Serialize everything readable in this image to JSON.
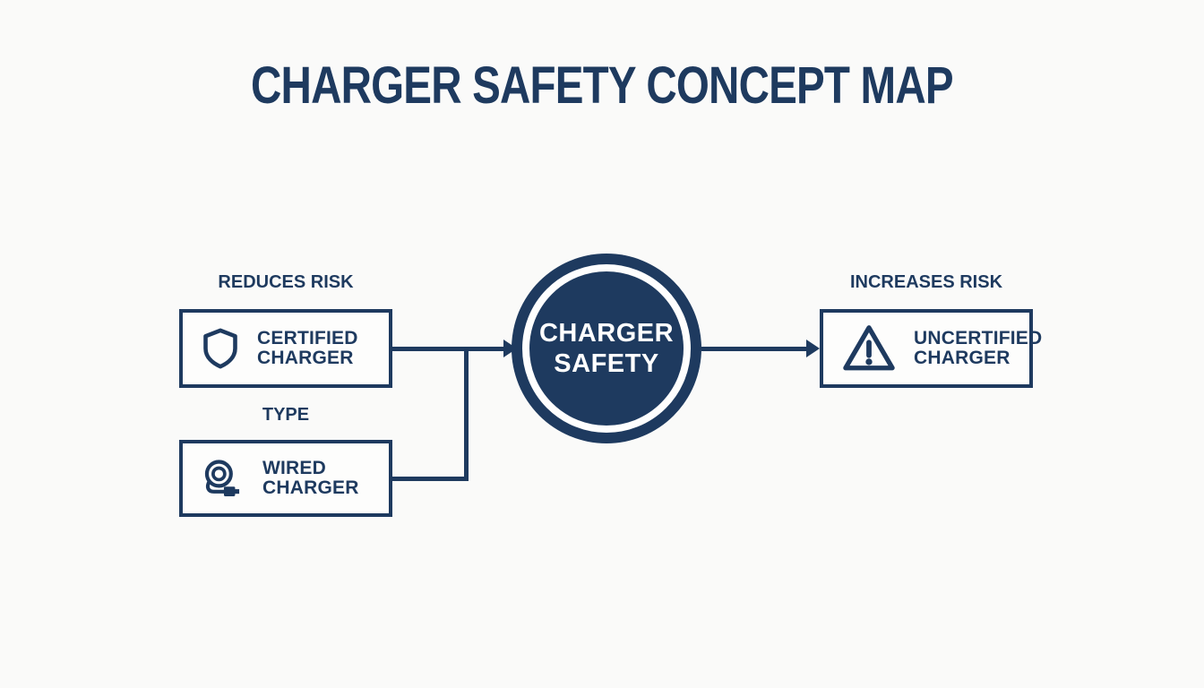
{
  "title": "CHARGER SAFETY CONCEPT MAP",
  "colors": {
    "navy": "#1e3a5f",
    "background": "#fafaf9",
    "box_fill": "#fdfdfc",
    "center_text": "#ffffff"
  },
  "center_node": {
    "label_line1": "CHARGER",
    "label_line2": "SAFETY"
  },
  "left_column": {
    "top_label": "REDUCES RISK",
    "certified_box": {
      "icon": "shield-icon",
      "label_line1": "CERTIFIED",
      "label_line2": "CHARGER"
    },
    "mid_label": "TYPE",
    "wired_box": {
      "icon": "wired-charger-icon",
      "label": "WIRED CHARGER"
    }
  },
  "right_column": {
    "top_label": "INCREASES RISK",
    "uncertified_box": {
      "icon": "warning-triangle-icon",
      "label_line1": "UNCERTIFIED",
      "label_line2": "CHARGER"
    }
  }
}
